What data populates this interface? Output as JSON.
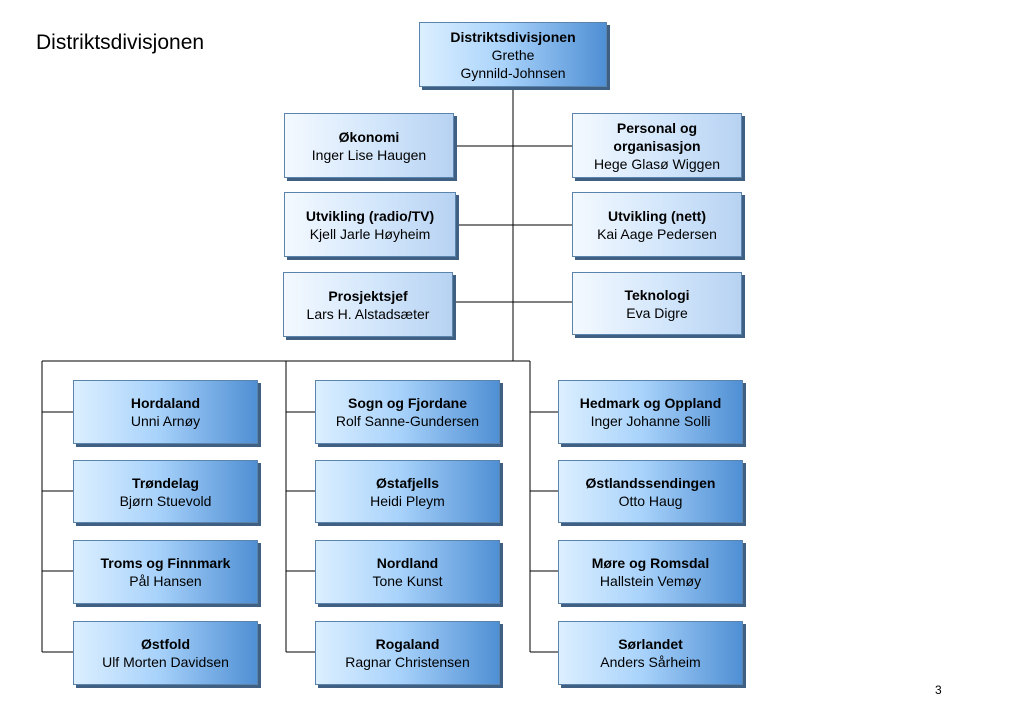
{
  "title": "Distriktsdivisjonen",
  "page_number": "3",
  "top": {
    "title": "Distriktsdivisjonen",
    "name_line1": "Grethe",
    "name_line2": "Gynnild-Johnsen"
  },
  "staff_left": [
    {
      "title": "Økonomi",
      "name": "Inger Lise Haugen"
    },
    {
      "title": "Utvikling (radio/TV)",
      "name": "Kjell Jarle Høyheim"
    },
    {
      "title": "Prosjektsjef",
      "name": "Lars H. Alstadsæter"
    }
  ],
  "staff_right": [
    {
      "title_line1": "Personal og",
      "title_line2": "organisasjon",
      "name": "Hege Glasø Wiggen"
    },
    {
      "title": "Utvikling (nett)",
      "name": "Kai Aage Pedersen"
    },
    {
      "title": "Teknologi",
      "name": "Eva Digre"
    }
  ],
  "col1": [
    {
      "title": "Hordaland",
      "name": "Unni Arnøy"
    },
    {
      "title": "Trøndelag",
      "name": "Bjørn Stuevold"
    },
    {
      "title": "Troms og Finnmark",
      "name": "Pål Hansen"
    },
    {
      "title": "Østfold",
      "name": "Ulf Morten Davidsen"
    }
  ],
  "col2": [
    {
      "title": "Sogn og Fjordane",
      "name": "Rolf Sanne-Gundersen"
    },
    {
      "title": "Østafjells",
      "name": "Heidi Pleym"
    },
    {
      "title": "Nordland",
      "name": "Tone Kunst"
    },
    {
      "title": "Rogaland",
      "name": "Ragnar Christensen"
    }
  ],
  "col3": [
    {
      "title": "Hedmark og Oppland",
      "name": "Inger Johanne Solli"
    },
    {
      "title": "Østlandssendingen",
      "name": "Otto Haug"
    },
    {
      "title": "Møre og Romsdal",
      "name": "Hallstein Vemøy"
    },
    {
      "title": "Sørlandet",
      "name": "Anders Sårheim"
    }
  ]
}
